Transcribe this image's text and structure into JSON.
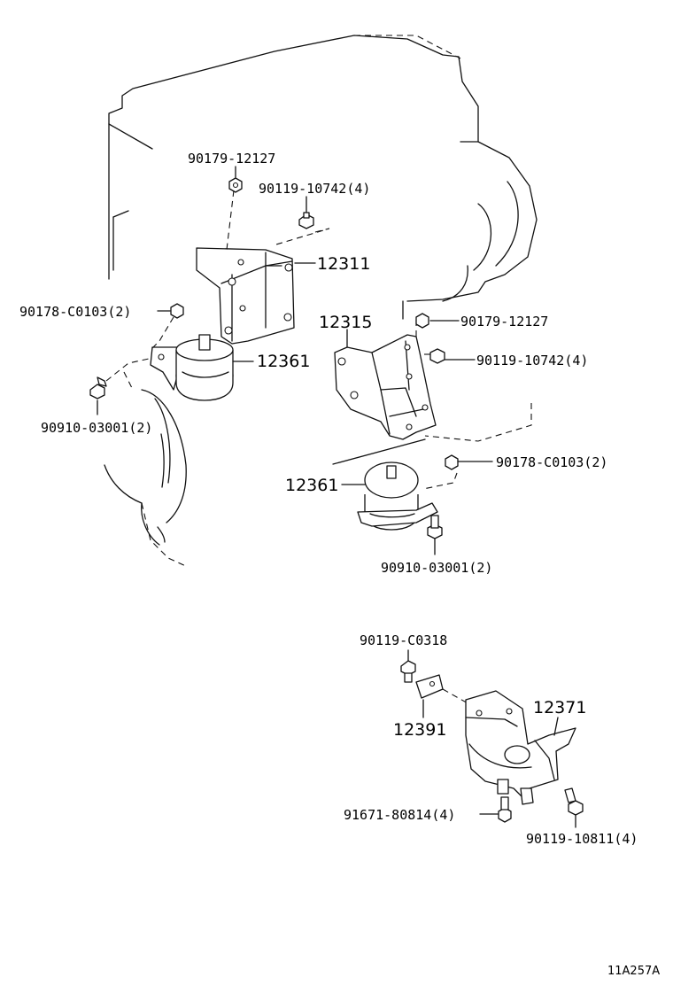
{
  "labels": {
    "nut_upper_left": "90179-12127",
    "bolt_upper_left": "90119-10742(4)",
    "bracket_left": "12311",
    "nut_left_side": "90178-C0103(2)",
    "insulator_left": "12361",
    "bolt_left_lower": "90910-03001(2)",
    "bracket_right": "12315",
    "nut_right": "90179-12127",
    "bolt_right": "90119-10742(4)",
    "nut_right_lower": "90178-C0103(2)",
    "insulator_right": "12361",
    "bolt_right_lower": "90910-03001(2)",
    "bolt_rear_top": "90119-C0318",
    "plate_rear": "12391",
    "insulator_rear": "12371",
    "bolt_rear_left": "91671-80814(4)",
    "bolt_rear_right": "90119-10811(4)"
  },
  "diagram_ref": "11A257A"
}
